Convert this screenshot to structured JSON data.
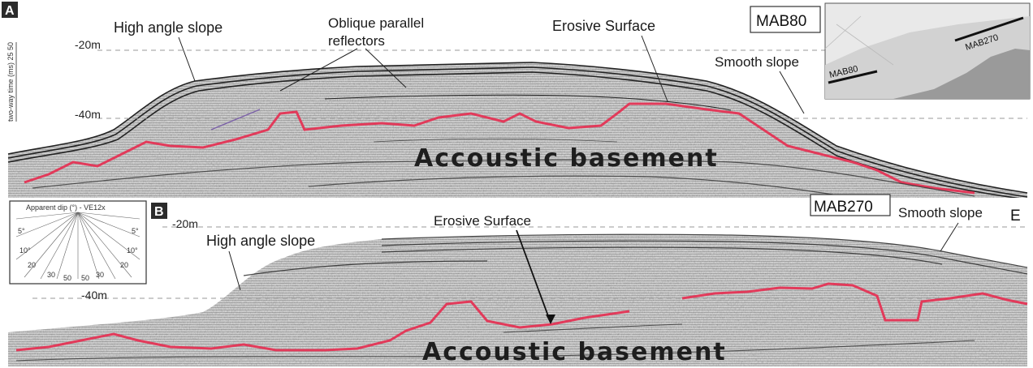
{
  "panel_a": {
    "letter": "A",
    "profile_name": "MAB80",
    "depth_20": "-20m",
    "depth_40": "-40m",
    "scale_text": "two-way time (ms)  25  50",
    "label_high_angle": "High angle slope",
    "label_oblique_1": "Oblique parallel",
    "label_oblique_2": "reflectors",
    "label_erosive": "Erosive Surface",
    "label_smooth": "Smooth slope",
    "label_basement": "Accoustic basement",
    "inset_line_1": "MAB270",
    "inset_line_2": "MAB80"
  },
  "panel_b": {
    "letter": "B",
    "profile_name": "MAB270",
    "end_letter": "E",
    "depth_20": "-20m",
    "depth_40": "-40m",
    "label_high_angle": "High angle slope",
    "label_erosive": "Erosive Surface",
    "label_smooth": "Smooth slope",
    "label_basement": "Accoustic basement",
    "dip_title": "Apparent dip (°) - VE12x",
    "dip_ticks": [
      "5°",
      "5°",
      "10°",
      "10°",
      "20",
      "20",
      "30",
      "30",
      "50",
      "50"
    ]
  },
  "colors": {
    "erosive_surface": "#e23a5a",
    "reflector_dark": "#2a2a2a",
    "seismic_bg": "#d6d6d6",
    "land": "#9a9a9a"
  }
}
